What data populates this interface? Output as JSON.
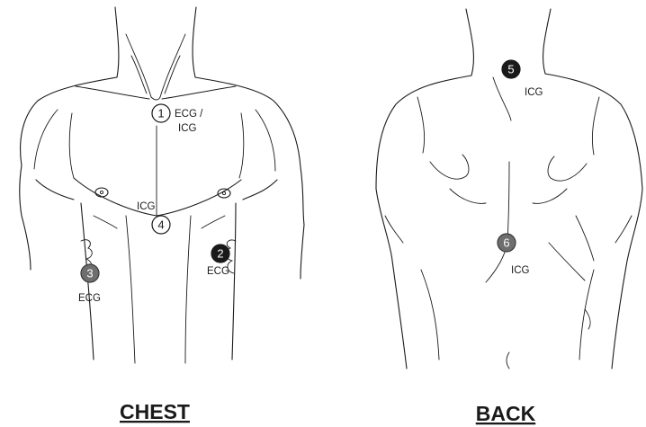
{
  "captions": {
    "chest": "CHEST",
    "back": "BACK"
  },
  "electrodes": [
    {
      "number": "1",
      "style": "open",
      "labels": [
        "ECG /",
        "ICG"
      ]
    },
    {
      "number": "2",
      "style": "black",
      "labels": [
        "ECG"
      ]
    },
    {
      "number": "3",
      "style": "gray",
      "labels": [
        "ECG"
      ]
    },
    {
      "number": "4",
      "style": "open",
      "labels": [
        "ICG"
      ]
    },
    {
      "number": "5",
      "style": "black",
      "labels": [
        "ICG"
      ]
    },
    {
      "number": "6",
      "style": "gray",
      "labels": [
        "ICG"
      ]
    }
  ],
  "colors": {
    "line": "#1a1a1a",
    "black_electrode": "#1a1a1a",
    "gray_electrode": "#6e6e6e",
    "open_electrode": "#ffffff",
    "background": "#ffffff"
  }
}
